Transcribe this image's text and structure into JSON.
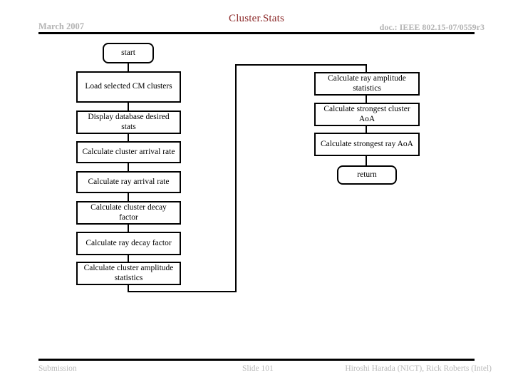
{
  "header": {
    "date": "March 2007",
    "title": "Cluster.Stats",
    "doc": "doc.: IEEE 802.15-07/0559r3"
  },
  "footer": {
    "submission": "Submission",
    "slide": "Slide 101",
    "authors": "Hiroshi Harada (NICT), Rick Roberts (Intel)"
  },
  "flowchart": {
    "left_column": [
      {
        "label": "start",
        "shape": "terminal"
      },
      {
        "label": "Load selected CM clusters",
        "shape": "process"
      },
      {
        "label": "Display database desired stats",
        "shape": "process"
      },
      {
        "label": "Calculate cluster arrival rate",
        "shape": "process"
      },
      {
        "label": "Calculate ray arrival rate",
        "shape": "process"
      },
      {
        "label": "Calculate cluster decay factor",
        "shape": "process"
      },
      {
        "label": "Calculate ray decay factor",
        "shape": "process"
      },
      {
        "label": "Calculate cluster amplitude statistics",
        "shape": "process"
      }
    ],
    "right_column": [
      {
        "label": "Calculate ray amplitude statistics",
        "shape": "process"
      },
      {
        "label": "Calculate strongest cluster AoA",
        "shape": "process"
      },
      {
        "label": "Calculate strongest ray AoA",
        "shape": "process"
      },
      {
        "label": "return",
        "shape": "terminal"
      }
    ]
  },
  "colors": {
    "title": "#8c2a2a",
    "rule": "#000000",
    "muted_text": "#b3b3b3"
  }
}
